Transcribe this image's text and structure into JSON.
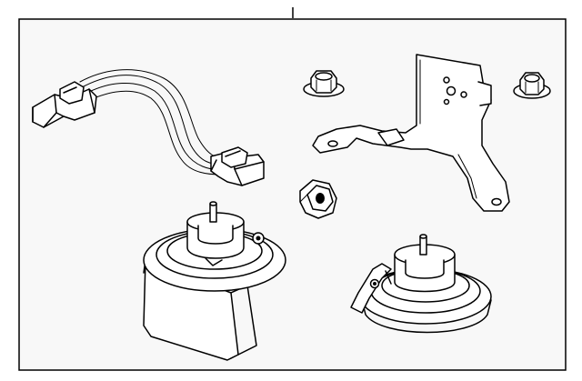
{
  "diagram": {
    "parts": [
      "wire-harness",
      "mounting-bracket",
      "flange-nut",
      "high-pitch-horn",
      "low-pitch-horn"
    ]
  }
}
